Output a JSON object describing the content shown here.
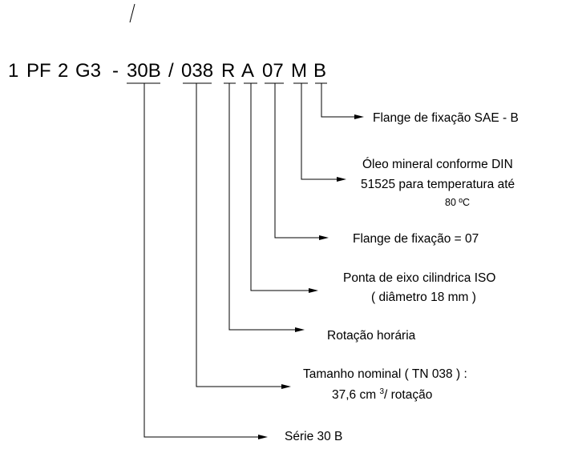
{
  "code": {
    "parts": [
      "1",
      "PF",
      "2",
      "G3",
      "-",
      "30B",
      "/",
      "038",
      "R",
      "A",
      "07",
      "M",
      "B"
    ]
  },
  "labels": {
    "flange_sae": "Flange de fixação SAE - B",
    "oil_line1": "Óleo mineral conforme DIN",
    "oil_line2": "51525 para temperatura até",
    "oil_line3": "80 ºC",
    "flange_07": "Flange de fixação = 07",
    "shaft_line1": "Ponta de eixo cilindrica ISO",
    "shaft_line2": "( diâmetro 18 mm )",
    "rotation": "Rotação horária",
    "size_line1": "Tamanho nominal ( TN 038 ) :",
    "size_line2a": "37,6 cm ",
    "size_sup": "3",
    "size_line2b": "/ rotação",
    "series": "Série 30 B"
  }
}
